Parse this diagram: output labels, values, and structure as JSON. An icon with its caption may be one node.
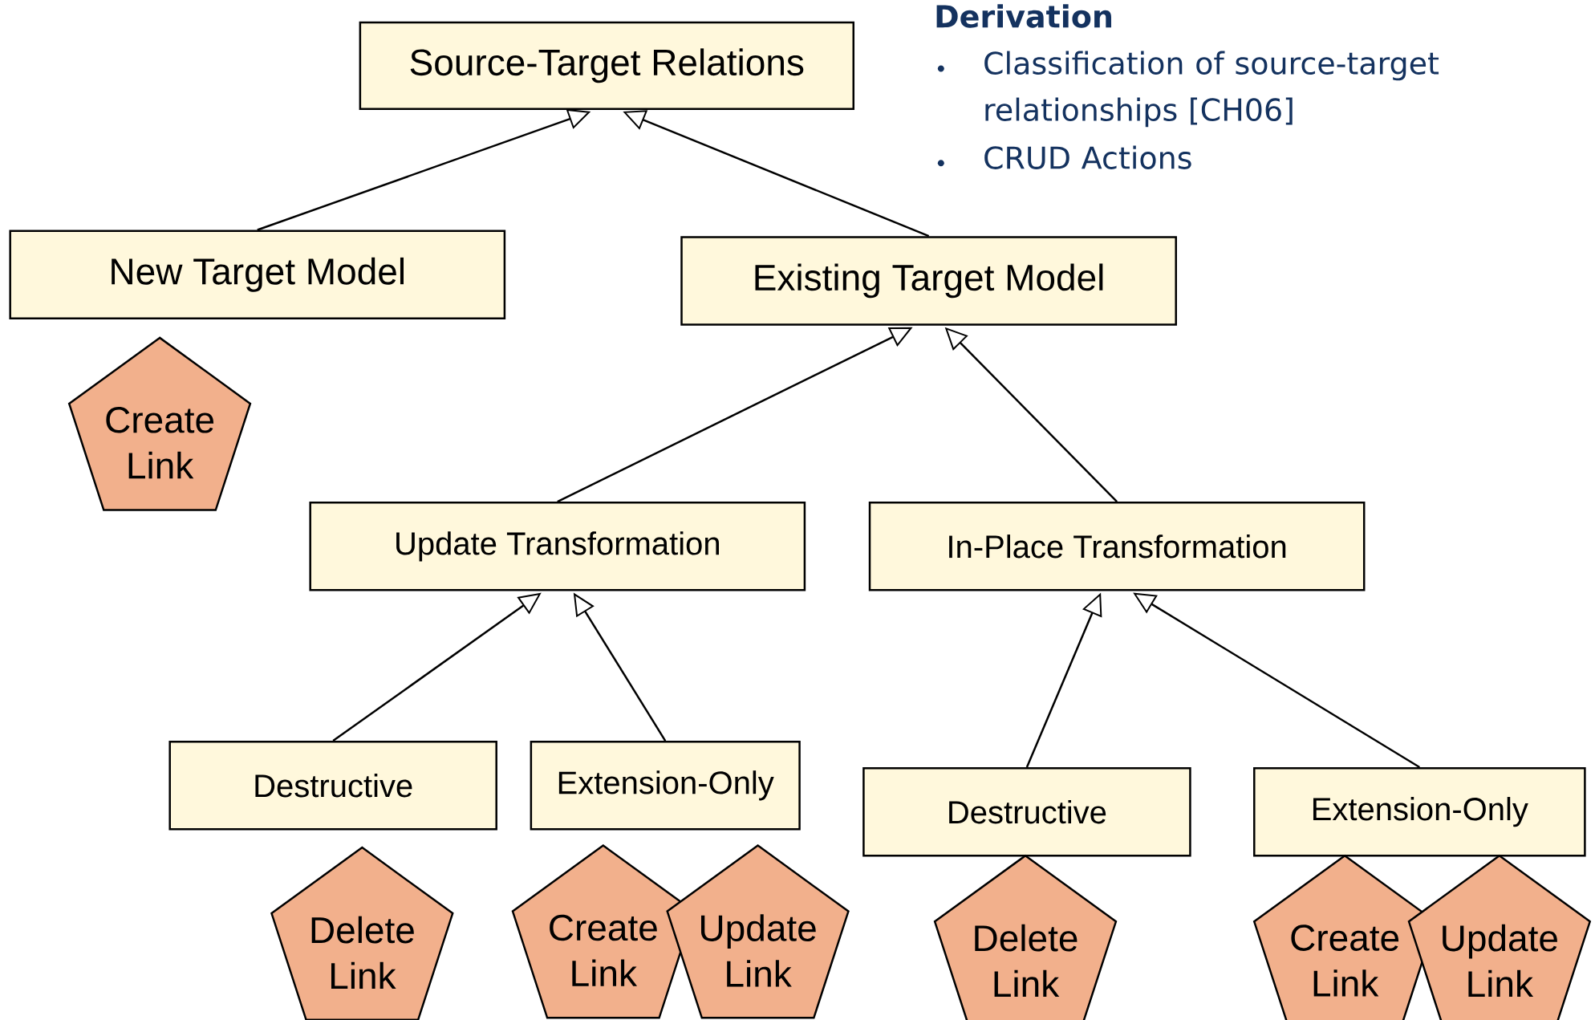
{
  "diagram": {
    "nodes": [
      {
        "text": [
          "Source-Target Relations"
        ]
      },
      {
        "text": [
          "New Target Model"
        ]
      },
      {
        "text": [
          "Existing Target Model"
        ]
      },
      {
        "text": [
          "Update Transformation"
        ]
      },
      {
        "text": [
          "In-Place Transformation"
        ]
      },
      {
        "text": [
          "Destructive"
        ]
      },
      {
        "text": [
          "Extension-Only"
        ]
      },
      {
        "text": [
          "Destructive"
        ]
      },
      {
        "text": [
          "Extension-Only"
        ]
      },
      {
        "text": [
          "Create Link"
        ]
      },
      {
        "text": [
          "Delete Link"
        ]
      },
      {
        "text": [
          "Create Link"
        ]
      },
      {
        "text": [
          "Update Link"
        ]
      },
      {
        "text": [
          "Delete Link"
        ]
      },
      {
        "text": [
          "Create Link"
        ]
      },
      {
        "text": [
          "Update Link"
        ]
      }
    ],
    "edges": [
      {
        "from": 1,
        "to": 0,
        "arrow": "to"
      },
      {
        "from": 2,
        "to": 0,
        "arrow": "to"
      },
      {
        "from": 3,
        "to": 2,
        "arrow": "to"
      },
      {
        "from": 4,
        "to": 2,
        "arrow": "to"
      },
      {
        "from": 5,
        "to": 3,
        "arrow": "to"
      },
      {
        "from": 6,
        "to": 3,
        "arrow": "to"
      },
      {
        "from": 7,
        "to": 4,
        "arrow": "to"
      },
      {
        "from": 8,
        "to": 4,
        "arrow": "to"
      }
    ],
    "labels": [
      "Derivation",
      "Classification of source-target relationships [CH06]",
      "CRUD Actions"
    ]
  }
}
